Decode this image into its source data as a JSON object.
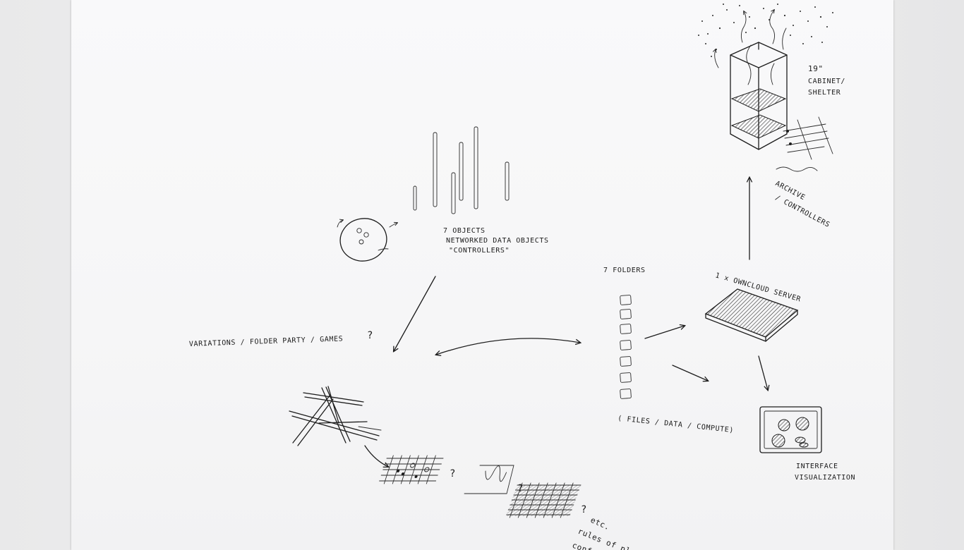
{
  "labels": {
    "objects_count": "7 OBJECTS",
    "objects_desc": "NETWORKED DATA OBJECTS",
    "objects_quote": "\"CONTROLLERS\"",
    "variations": "VARIATIONS / FOLDER PARTY / GAMES",
    "variations_q": "?",
    "folders_count": "7 FOLDERS",
    "files_data": "( FILES / DATA / COMPUTE)",
    "server": "1 x OWNCLOUD SERVER",
    "cabinet_line1": "19\"",
    "cabinet_line2": "CABINET/",
    "cabinet_line3": "SHELTER",
    "archive_line1": "ARCHIVE",
    "archive_line2": "/ CONTROLLERS",
    "interface_line1": "INTERFACE",
    "interface_line2": "VISUALIZATION",
    "grid_q1": "?",
    "grid_q2": "?",
    "grid_q3": "?",
    "etc": "etc.",
    "rules": "rules of play ?",
    "conf": "conf..."
  }
}
